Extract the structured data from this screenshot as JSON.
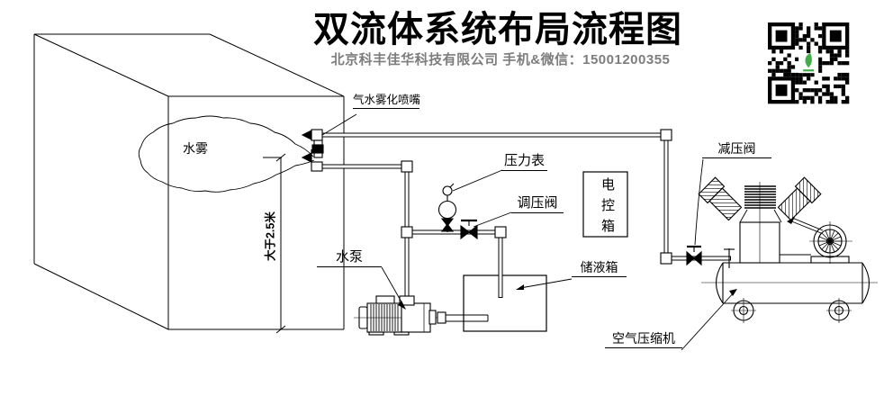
{
  "header": {
    "title": "双流体系统布局流程图",
    "subtitle": "北京科丰佳华科技有限公司 手机&微信：15001200355"
  },
  "diagram": {
    "room_label": "水雾",
    "dimension_label": "大于2.5米",
    "labels": {
      "nozzle": "气水雾化喷嘴",
      "pressure_gauge": "压力表",
      "regulating_valve": "调压阀",
      "control_box": "电控箱",
      "reducing_valve": "减压阀",
      "water_pump": "水泵",
      "storage_tank": "储液箱",
      "air_compressor": "空气压缩机"
    }
  },
  "qr_code": {
    "name": "wechat-contact-qr",
    "module_color": "#000000",
    "logo_color": "#3fae49"
  },
  "colors": {
    "line": "#000000",
    "subtitle_gray": "#7d7d7d",
    "background": "#ffffff"
  }
}
